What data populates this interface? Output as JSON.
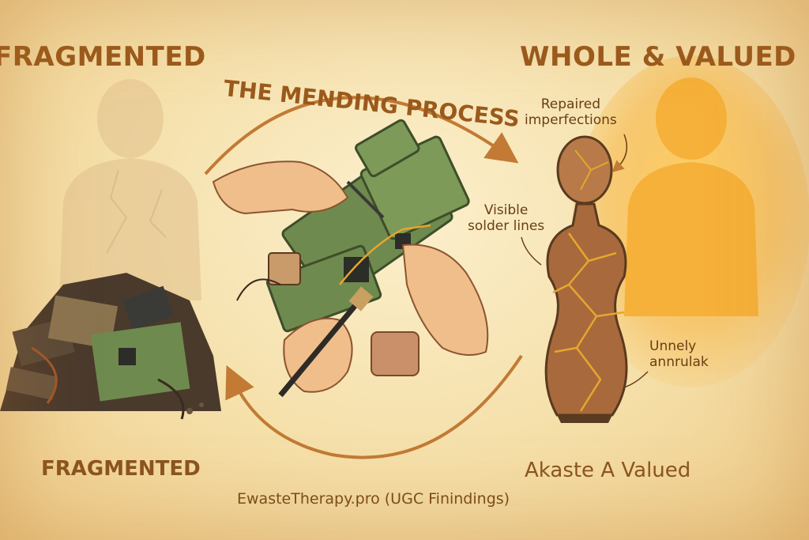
{
  "labels": {
    "top_left": "FRAGMENTED",
    "top_right": "WHOLE & VALUED",
    "process": "THE MENDING PROCESS",
    "bottom_left": "FRAGMENTED",
    "bottom_right": "Akaste A Valued",
    "footer": "EwasteTherapy.pro (UGC Finindings)"
  },
  "annotations": {
    "repaired_line1": "Repaired",
    "repaired_line2": "imperfections",
    "solder_line1": "Visible",
    "solder_line2": "solder lines",
    "unnely_line1": "Unnely",
    "unnely_line2": "annrulak"
  },
  "colors": {
    "accent": "#9a5a1c",
    "arrow": "#c27a34",
    "circuit_green": "#6f8a4e",
    "gold_vein": "#e6a62e",
    "glow": "#f5b43a"
  }
}
